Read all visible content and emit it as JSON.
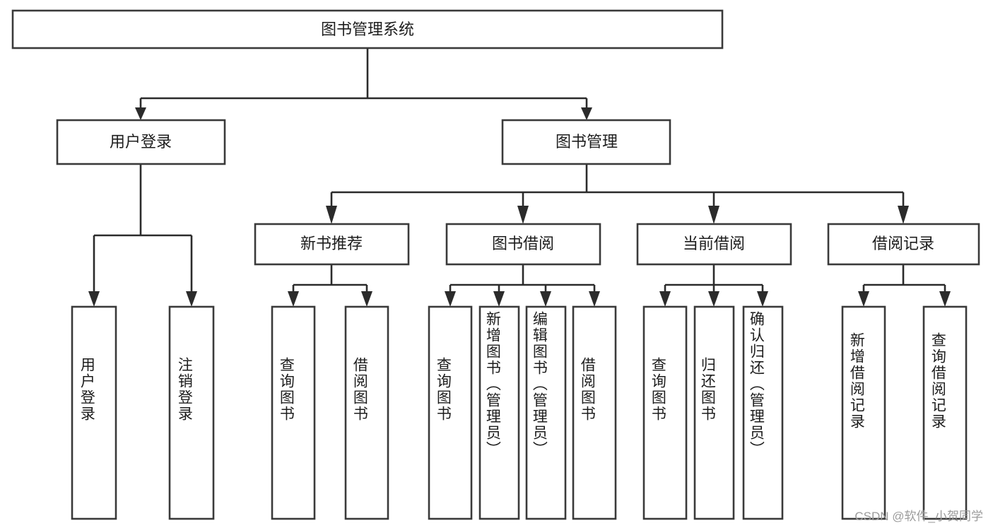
{
  "diagram": {
    "type": "tree",
    "title": "图书管理系统",
    "watermark": "CSDN @软件_小贺同学",
    "colors": {
      "box_stroke": "#3a3a3a",
      "box_fill": "#ffffff",
      "connector": "#2b2b2b",
      "text": "#1d1d1d",
      "watermark": "#9b9b9b",
      "background": "#ffffff"
    },
    "levels": {
      "root": {
        "label": "图书管理系统"
      },
      "level2": [
        {
          "label": "用户登录"
        },
        {
          "label": "图书管理"
        }
      ],
      "level3": [
        {
          "label": "新书推荐"
        },
        {
          "label": "图书借阅"
        },
        {
          "label": "当前借阅"
        },
        {
          "label": "借阅记录"
        }
      ],
      "leaves": [
        {
          "label": "用户登录",
          "parent": "用户登录"
        },
        {
          "label": "注销登录",
          "parent": "用户登录"
        },
        {
          "label": "查询图书",
          "parent": "新书推荐"
        },
        {
          "label": "借阅图书",
          "parent": "新书推荐"
        },
        {
          "label": "查询图书",
          "parent": "图书借阅"
        },
        {
          "label": "新增图书（管理员）",
          "parent": "图书借阅"
        },
        {
          "label": "编辑图书（管理员）",
          "parent": "图书借阅"
        },
        {
          "label": "借阅图书",
          "parent": "图书借阅"
        },
        {
          "label": "查询图书",
          "parent": "当前借阅"
        },
        {
          "label": "归还图书",
          "parent": "当前借阅"
        },
        {
          "label": "确认归还（管理员）",
          "parent": "当前借阅"
        },
        {
          "label": "新增借阅记录",
          "parent": "借阅记录"
        },
        {
          "label": "查询借阅记录",
          "parent": "借阅记录"
        }
      ]
    }
  }
}
